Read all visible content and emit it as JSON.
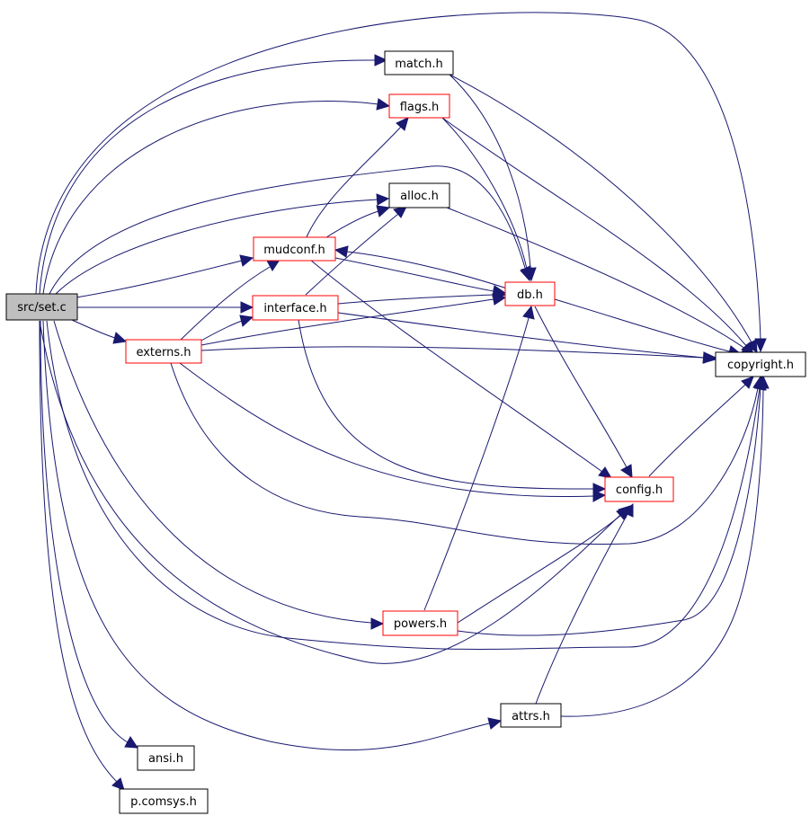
{
  "graph": {
    "colors": {
      "edge": "#191970",
      "border_documented": "#000000",
      "border_undocumented": "#ff0000",
      "root_fill": "#bfbfbf",
      "node_fill": "#ffffff"
    },
    "nodes": {
      "set_c": "src/set.c",
      "match_h": "match.h",
      "flags_h": "flags.h",
      "alloc_h": "alloc.h",
      "mudconf_h": "mudconf.h",
      "interface_h": "interface.h",
      "db_h": "db.h",
      "externs_h": "externs.h",
      "copyright_h": "copyright.h",
      "config_h": "config.h",
      "powers_h": "powers.h",
      "attrs_h": "attrs.h",
      "ansi_h": "ansi.h",
      "comsys_h": "p.comsys.h"
    }
  }
}
